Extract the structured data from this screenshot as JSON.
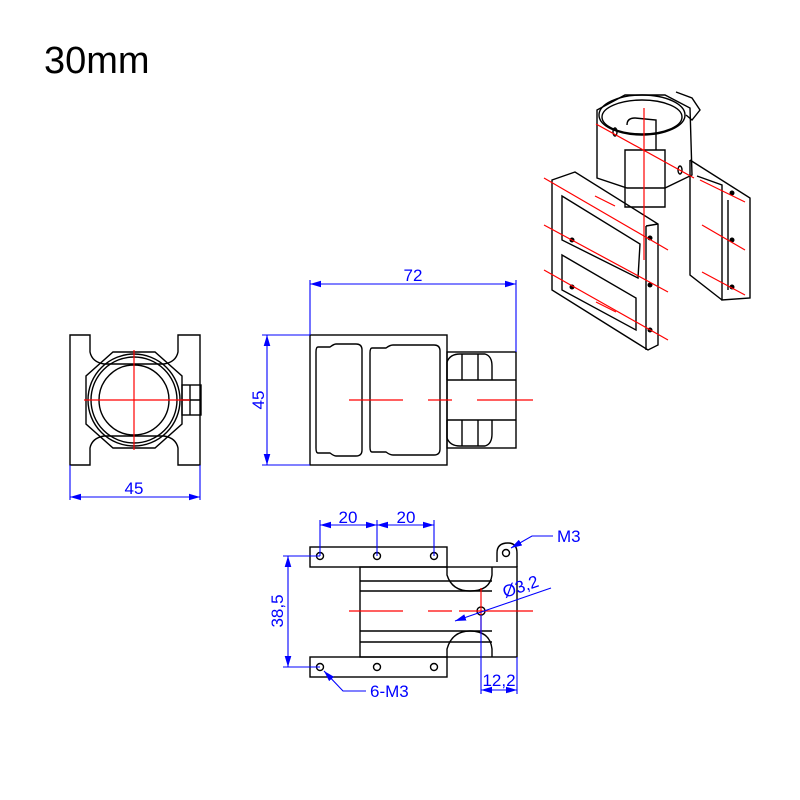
{
  "title": "30mm",
  "dimensions": {
    "front_width": "45",
    "side_length": "72",
    "side_height": "45",
    "hole_spacing_1": "20",
    "hole_spacing_2": "20",
    "plate_spacing": "38,5",
    "pin_offset": "12,2",
    "pin_diameter": "Ø3,2",
    "ear_thread": "M3",
    "plate_threads": "6-M3"
  },
  "colors": {
    "outline": "#000000",
    "centerline": "#ff0000",
    "dimension": "#0000ff"
  }
}
